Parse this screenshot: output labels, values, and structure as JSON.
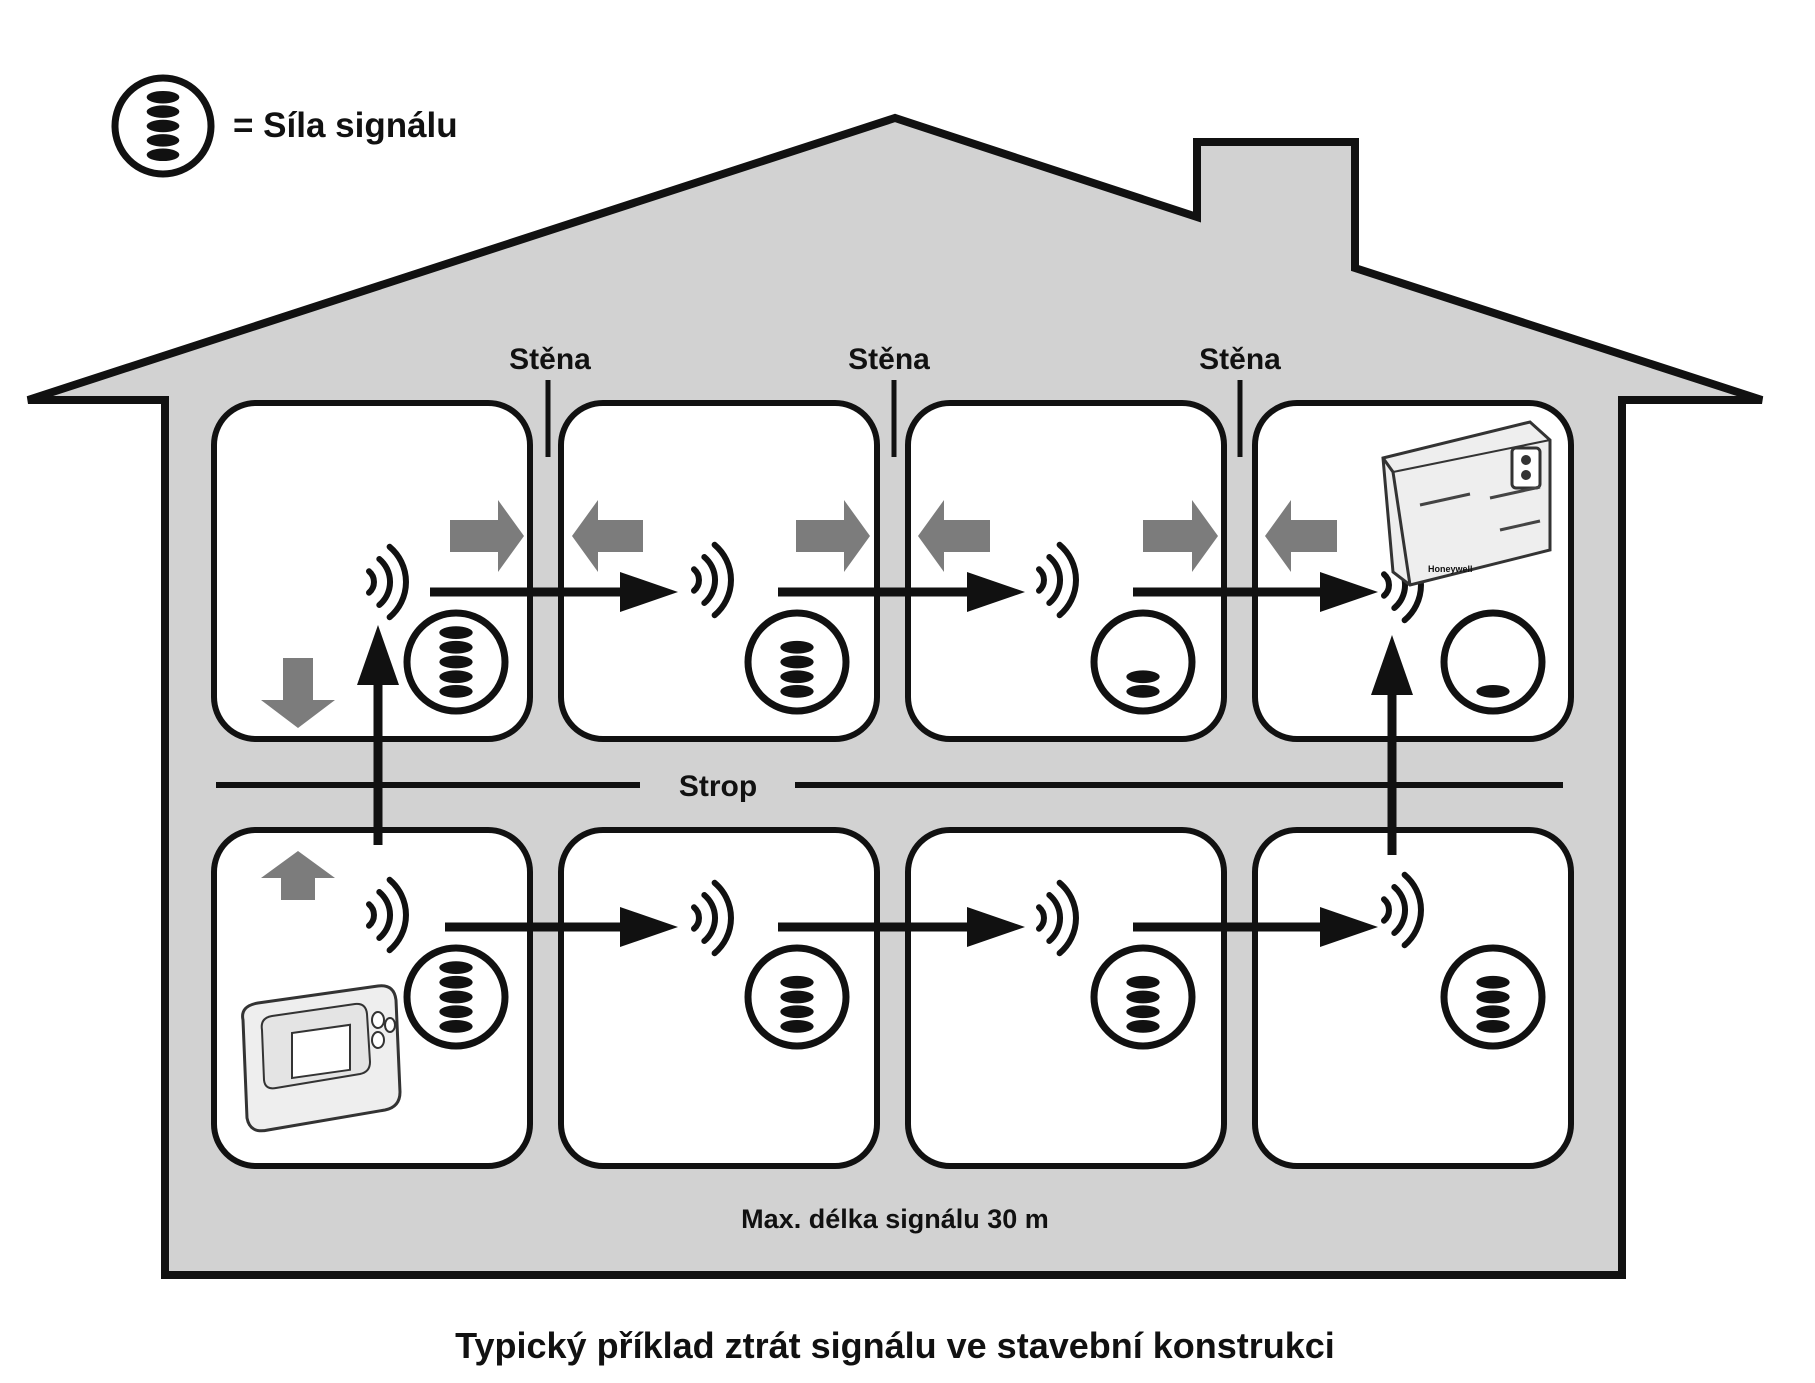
{
  "legend": {
    "label": "= Síla signálu"
  },
  "labels": {
    "walls": [
      "Stěna",
      "Stěna",
      "Stěna"
    ],
    "ceiling": "Strop",
    "footer": "Max. délka signálu 30 m"
  },
  "caption": "Typický příklad ztrát signálu ve stavební konstrukci",
  "devices": {
    "controller": "Honeywell",
    "thermostat": "thermostat"
  },
  "signal_strength": {
    "max": 5,
    "upper_floor": [
      5,
      4,
      2,
      1
    ],
    "lower_floor": [
      5,
      4,
      4,
      4
    ]
  },
  "colors": {
    "house_fill": "#d2d2d2",
    "line": "#111111",
    "attenuation_arrow": "#7c7c7c",
    "room_fill": "#ffffff"
  },
  "icons": {
    "signal_waves": "wifi-waves-icon",
    "attenuation": "block-arrow-icon",
    "signal_path": "arrow-icon"
  }
}
